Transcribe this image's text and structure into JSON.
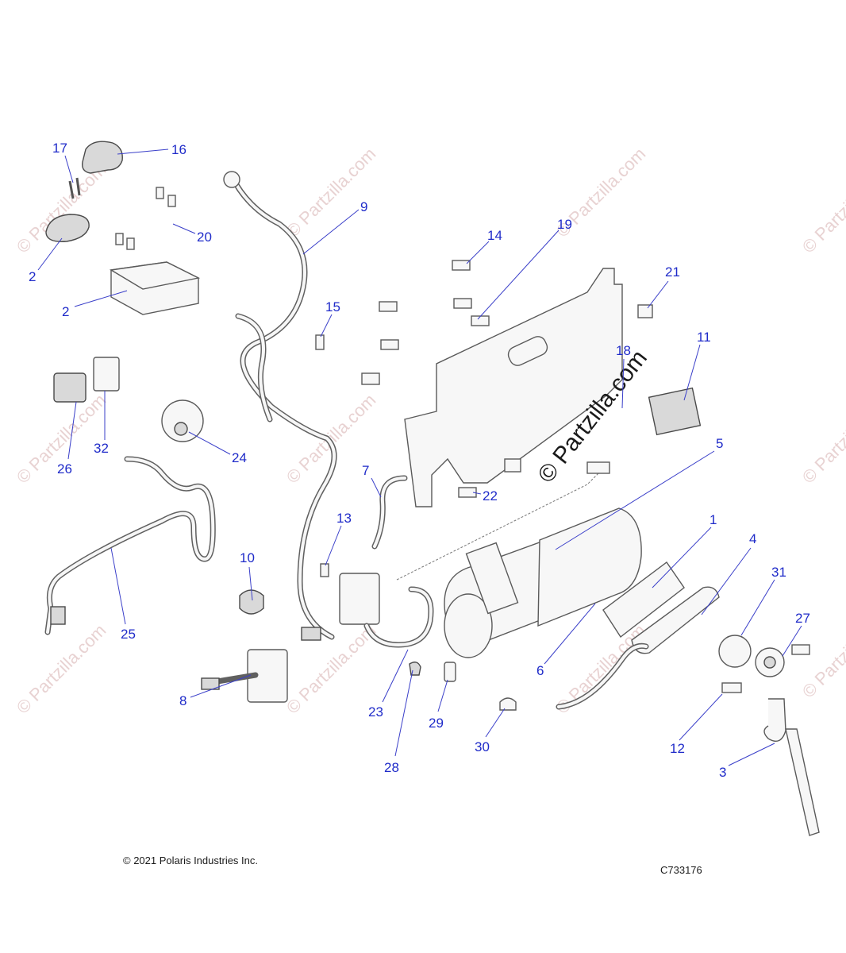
{
  "copyright": "© 2021 Polaris Industries Inc.",
  "diagram_code": "C733176",
  "watermark": "© Partzilla.com",
  "callouts": [
    "17",
    "16",
    "2",
    "20",
    "9",
    "2",
    "15",
    "14",
    "19",
    "21",
    "18",
    "11",
    "26",
    "32",
    "24",
    "7",
    "22",
    "5",
    "13",
    "25",
    "1",
    "4",
    "31",
    "27",
    "10",
    "8",
    "23",
    "6",
    "28",
    "29",
    "30",
    "12",
    "3"
  ]
}
